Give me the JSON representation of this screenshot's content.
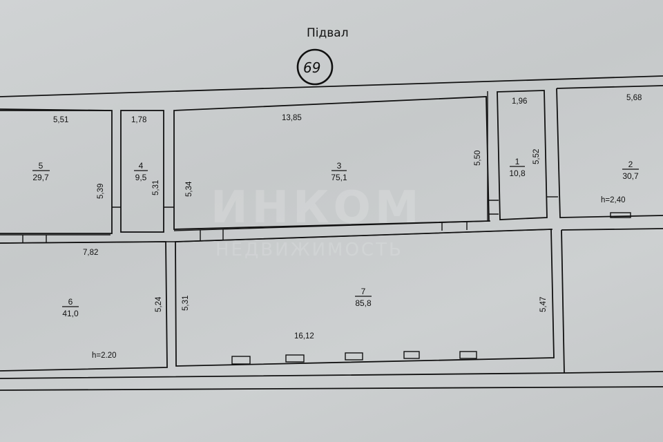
{
  "plan": {
    "title": "Підвал",
    "sheet_number": "69",
    "watermark": {
      "brand": "ИНКОМ",
      "subtitle": "НЕДВИЖИМОСТЬ"
    }
  },
  "rooms": [
    {
      "id": "1",
      "area": "10,8",
      "dims": {
        "top": "1,96",
        "side": "5,52"
      }
    },
    {
      "id": "2",
      "area": "30,7",
      "dims": {
        "top": "5,68"
      },
      "height": "h=2,40"
    },
    {
      "id": "3",
      "area": "75,1",
      "dims": {
        "top": "13,85",
        "left": "5,34",
        "right": "5,50"
      }
    },
    {
      "id": "4",
      "area": "9,5",
      "dims": {
        "top": "1,78",
        "side": "5,31"
      }
    },
    {
      "id": "5",
      "area": "29,7",
      "dims": {
        "top": "5,51",
        "side": "5,39"
      }
    },
    {
      "id": "6",
      "area": "41,0",
      "dims": {
        "top": "7,82",
        "side": "5,24"
      },
      "height": "h=2.20"
    },
    {
      "id": "7",
      "area": "85,8",
      "dims": {
        "bottom": "16,12",
        "left": "5,31",
        "right": "5,47"
      }
    }
  ],
  "colors": {
    "paper": "#cbcecf",
    "ink": "#111111"
  }
}
